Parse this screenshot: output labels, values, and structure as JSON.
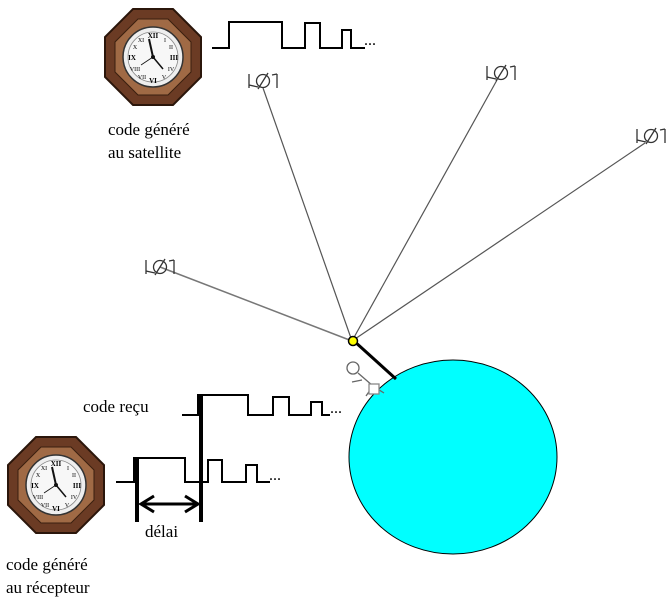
{
  "labels": {
    "sat_code_line1": "code généré",
    "sat_code_line2": "au satellite",
    "recv_code": "code reçu",
    "delay": "délai",
    "rx_code_line1": "code généré",
    "rx_code_line2": "au récepteur",
    "ellipsis": "..."
  },
  "colors": {
    "earth": "#00ffff",
    "receiver_point": "#ffff00",
    "clock_frame": "#6b3b24",
    "line": "#555555"
  },
  "icons": [
    "clock-icon",
    "satellite-icon",
    "person-icon",
    "earth-icon"
  ]
}
